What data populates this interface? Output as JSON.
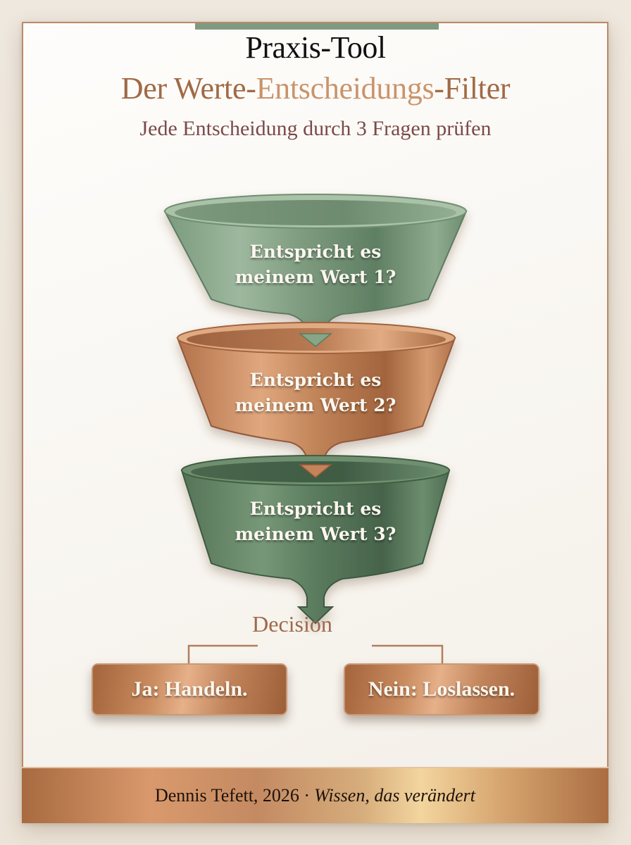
{
  "header": {
    "title": "Praxis-Tool",
    "subtitle_part1": "Der Werte-",
    "subtitle_part2": "Entscheidungs",
    "subtitle_part3": "-Filter",
    "tagline": "Jede Entscheidung durch 3 Fragen prüfen"
  },
  "funnels": [
    {
      "line1": "Entspricht es",
      "line2": "meinem Wert 1?",
      "color": "#8aa88a"
    },
    {
      "line1": "Entspricht es",
      "line2": "meinem Wert 2?",
      "color": "#c0825a"
    },
    {
      "line1": "Entspricht es",
      "line2": "meinem Wert 3?",
      "color": "#5d7d62"
    }
  ],
  "decision": {
    "label": "Decision",
    "yes": "Ja: Handeln.",
    "no": "Nein: Loslassen."
  },
  "footer": {
    "author": "Dennis Tefett, 2026 ·",
    "slogan": "Wissen, das verändert"
  },
  "colors": {
    "sage": "#7f9a80",
    "copper": "#b97a50",
    "dark_green": "#567559",
    "title_copper": "#a06a46",
    "tagline_plum": "#7a4a48"
  }
}
